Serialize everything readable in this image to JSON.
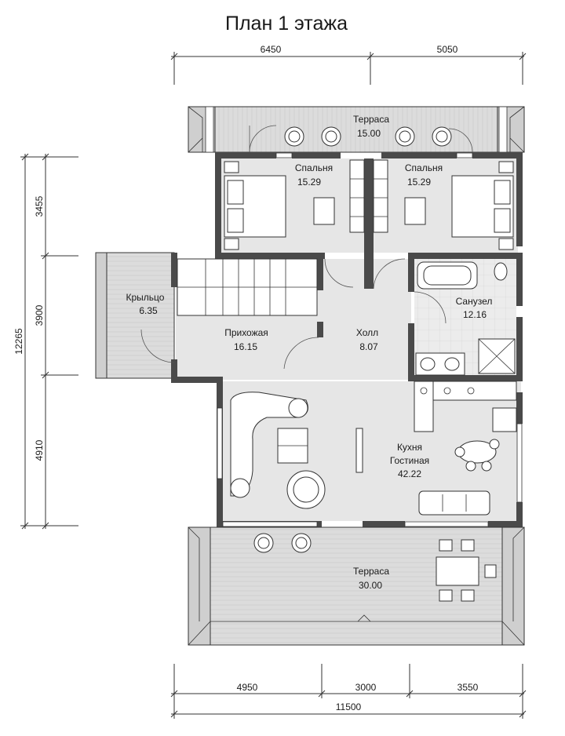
{
  "title": "План 1 этажа",
  "dimensions": {
    "top": [
      "6450",
      "5050"
    ],
    "left_total": "12265",
    "left_segments": [
      "3455",
      "3900",
      "4910"
    ],
    "bottom": [
      "4950",
      "3000",
      "3550"
    ],
    "bottom_total": "11500"
  },
  "rooms": {
    "terrace_top": {
      "name": "Терраса",
      "area": "15.00"
    },
    "bedroom_left": {
      "name": "Спальня",
      "area": "15.29"
    },
    "bedroom_right": {
      "name": "Спальня",
      "area": "15.29"
    },
    "porch": {
      "name": "Крыльцо",
      "area": "6.35"
    },
    "hallway": {
      "name": "Прихожая",
      "area": "16.15"
    },
    "hall": {
      "name": "Холл",
      "area": "8.07"
    },
    "bathroom": {
      "name": "Санузел",
      "area": "12.16"
    },
    "kitchen": {
      "name1": "Кухня",
      "name2": "Гостиная",
      "area": "42.22"
    },
    "terrace_bottom": {
      "name": "Терраса",
      "area": "30.00"
    }
  }
}
